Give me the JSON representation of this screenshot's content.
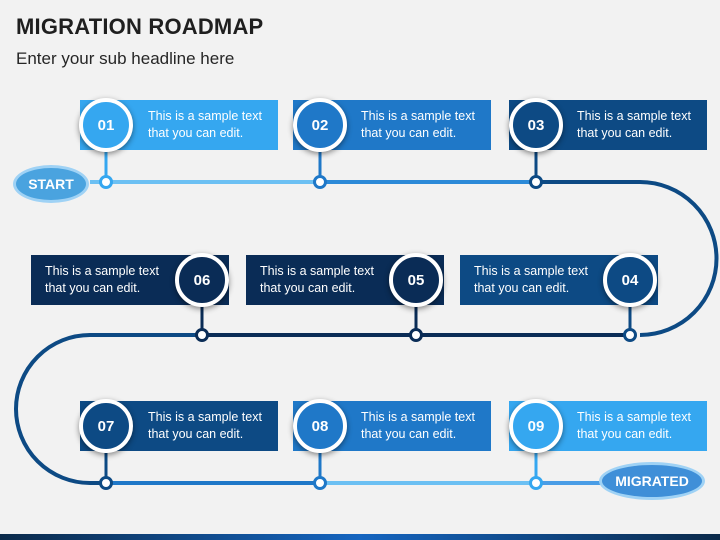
{
  "title": "MIGRATION ROADMAP",
  "subtitle": "Enter your sub headline here",
  "start_label": "START",
  "end_label": "MIGRATED",
  "steps": [
    {
      "number": "01",
      "line1": "This is a sample text",
      "line2": "that you can edit."
    },
    {
      "number": "02",
      "line1": "This is a sample text",
      "line2": "that you can edit."
    },
    {
      "number": "03",
      "line1": "This is a sample text",
      "line2": "that you can edit."
    },
    {
      "number": "04",
      "line1": "This is a sample text",
      "line2": "that you can edit."
    },
    {
      "number": "05",
      "line1": "This is a sample text",
      "line2": "that you can edit."
    },
    {
      "number": "06",
      "line1": "This is a sample text",
      "line2": "that you can edit."
    },
    {
      "number": "07",
      "line1": "This is a sample text",
      "line2": "that you can edit."
    },
    {
      "number": "08",
      "line1": "This is a sample text",
      "line2": "that you can edit."
    },
    {
      "number": "09",
      "line1": "This is a sample text",
      "line2": "that you can edit."
    }
  ],
  "colors": {
    "light_blue": "#35a7f0",
    "mid_blue": "#1f78c8",
    "dark_blue": "#0d4a84",
    "navy": "#0a2c56"
  }
}
